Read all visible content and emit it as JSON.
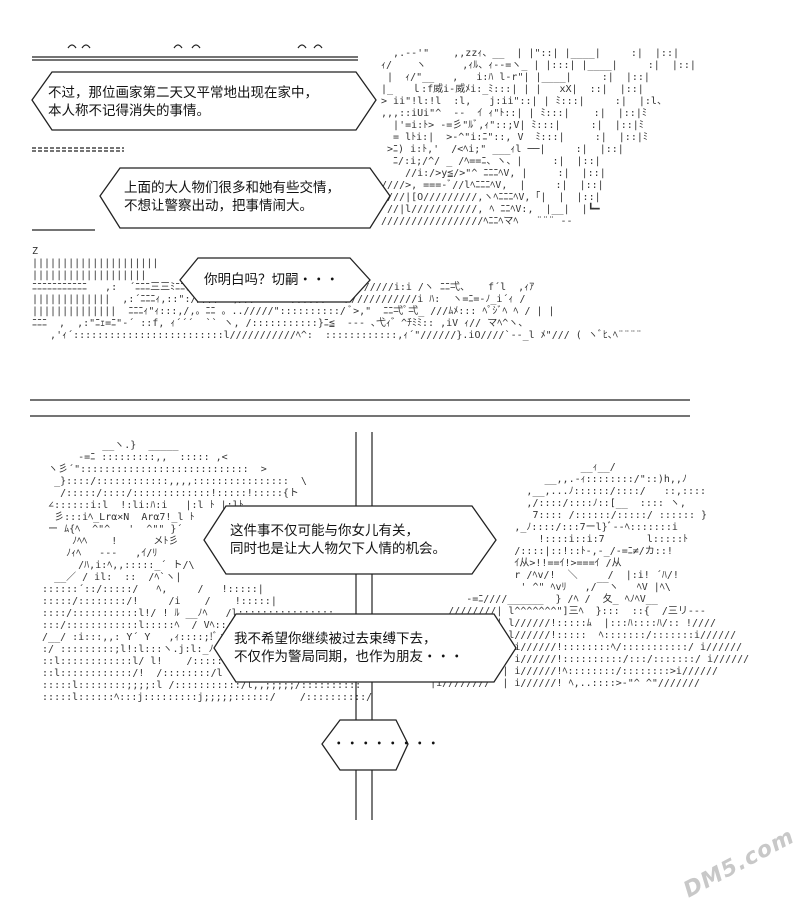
{
  "panel1": {
    "bubble1": {
      "line1": "不过，那位画家第二天又平常地出现在家中，",
      "line2": "本人称不记得消失的事情。"
    },
    "bubble2": {
      "line1": "上面的大人物们很多和她有些交情，",
      "line2": "不想让警察出动，把事情闹大。"
    },
    "bubble3": {
      "line1": "你明白吗？切嗣・・・"
    }
  },
  "panel2": {
    "bubble4": {
      "line1": "这件事不仅可能与你女儿有关，",
      "line2": "同时也是让大人物欠下人情的机会。"
    },
    "bubble5": {
      "line1": "我不希望你继续被过去束缚下去，",
      "line2": "不仅作为警局同期，也作为朋友・・・"
    },
    "bubble6": {
      "line1": "・・・・・・・・"
    }
  },
  "watermark": {
    "text": "DM5.com"
  }
}
